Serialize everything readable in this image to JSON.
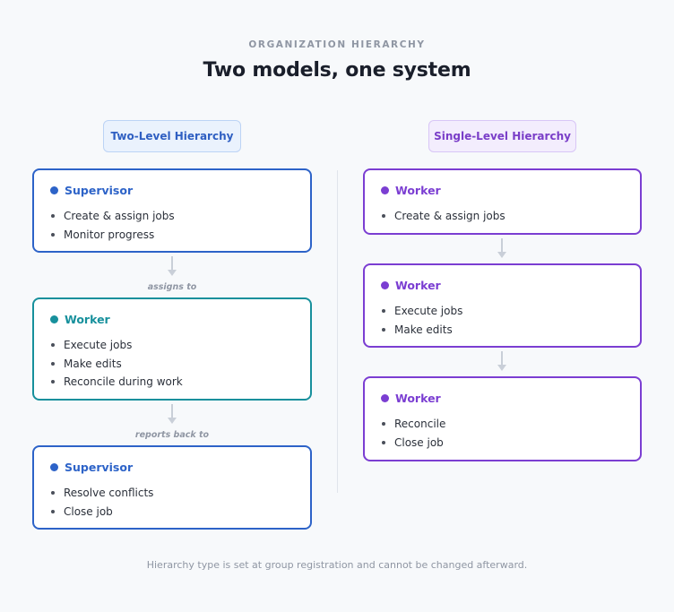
{
  "eyebrow": "ORGANIZATION HIERARCHY",
  "title": "Two models, one system",
  "columns": {
    "two_level": {
      "label": "Two-Level Hierarchy",
      "cards": [
        {
          "role": "Supervisor",
          "items": [
            "Create & assign jobs",
            "Monitor progress"
          ]
        },
        {
          "role": "Worker",
          "items": [
            "Execute jobs",
            "Make edits",
            "Reconcile during work"
          ]
        },
        {
          "role": "Supervisor",
          "items": [
            "Resolve conflicts",
            "Close job"
          ]
        }
      ],
      "connectors": [
        "assigns to",
        "reports back to"
      ]
    },
    "single_level": {
      "label": "Single-Level Hierarchy",
      "cards": [
        {
          "role": "Worker",
          "items": [
            "Create & assign jobs"
          ]
        },
        {
          "role": "Worker",
          "items": [
            "Execute jobs",
            "Make edits"
          ]
        },
        {
          "role": "Worker",
          "items": [
            "Reconcile",
            "Close job"
          ]
        }
      ]
    }
  },
  "colors": {
    "supervisor": "#2d63c8",
    "worker_two_level": "#17909c",
    "worker_single_level": "#7b3ed2",
    "arrow": "#c9cfd8"
  },
  "footer": "Hierarchy type is set at group registration and cannot be changed afterward."
}
